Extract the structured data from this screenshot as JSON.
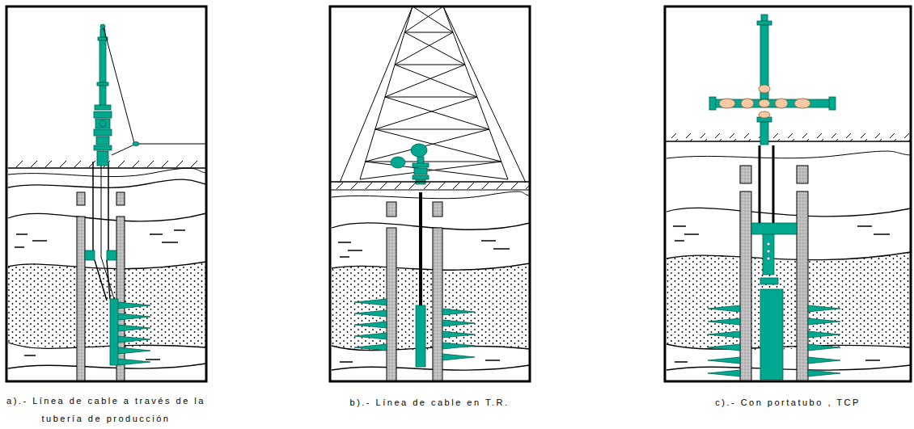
{
  "diagram": {
    "labels": [
      "a).- Línea de cable a través de la tubería de producción",
      "b).- Línea de cable en T.R.",
      "c).- Con portatubo , TCP"
    ]
  }
}
